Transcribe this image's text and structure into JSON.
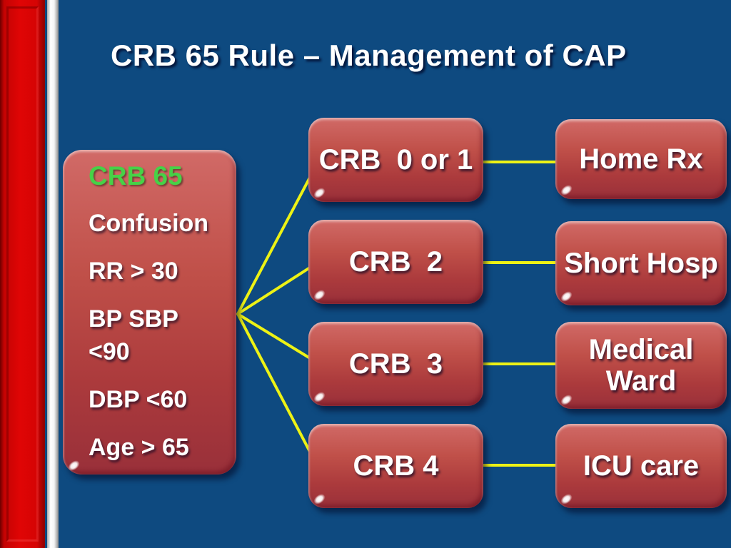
{
  "slide": {
    "title": "CRB 65 Rule – Management of CAP"
  },
  "criteria_panel": {
    "heading": "CRB 65",
    "items": [
      "Confusion",
      "RR > 30",
      "BP SBP <90",
      "DBP <60",
      "Age > 65"
    ]
  },
  "mapping_rows": [
    {
      "score_label": "CRB  0 or 1",
      "outcome_label": "Home Rx"
    },
    {
      "score_label": "CRB  2",
      "outcome_label": "Short Hosp"
    },
    {
      "score_label": "CRB  3",
      "outcome_label": "Medical Ward"
    },
    {
      "score_label": "CRB 4",
      "outcome_label": "ICU care"
    }
  ],
  "colors": {
    "background_blue": "#0e4a80",
    "box_red_top": "#d16a67",
    "box_red_bottom": "#99303a",
    "connector_yellow": "#edf215",
    "heading_green": "#47d147",
    "sidebar_red": "#e00505",
    "sidebar_stripe_white": "#ffffff",
    "text_white": "#ffffff"
  }
}
